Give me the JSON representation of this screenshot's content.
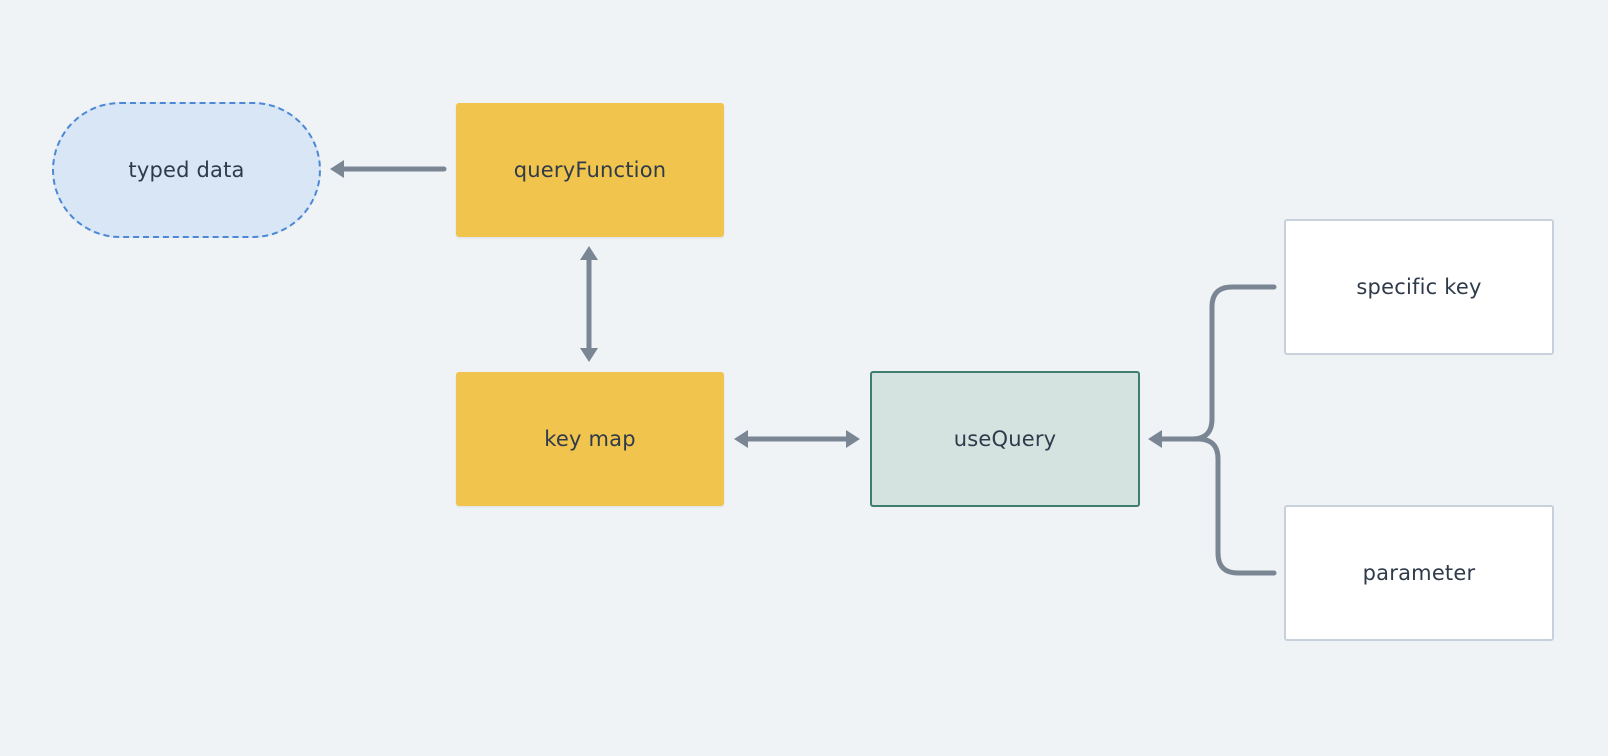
{
  "diagram": {
    "nodes": {
      "typed_data": "typed data",
      "query_function": "queryFunction",
      "key_map": "key map",
      "use_query": "useQuery",
      "specific_key": "specific key",
      "parameter": "parameter"
    },
    "colors": {
      "background": "#eff3f6",
      "yellow_node": "#f0c44d",
      "terminal_fill": "#d9e6f5",
      "terminal_border": "#4b88d6",
      "green_fill": "#d4e3e0",
      "green_border": "#3f7d6e",
      "white_border": "#c8d1db",
      "connector": "#7b8694"
    },
    "connectors": [
      {
        "from": "query_function",
        "to": "typed_data",
        "direction": "one-way"
      },
      {
        "from": "query_function",
        "to": "key_map",
        "direction": "two-way"
      },
      {
        "from": "key_map",
        "to": "use_query",
        "direction": "two-way"
      },
      {
        "from": "specific_key",
        "to": "use_query",
        "direction": "one-way",
        "style": "brace"
      },
      {
        "from": "parameter",
        "to": "use_query",
        "direction": "one-way",
        "style": "brace"
      }
    ]
  }
}
